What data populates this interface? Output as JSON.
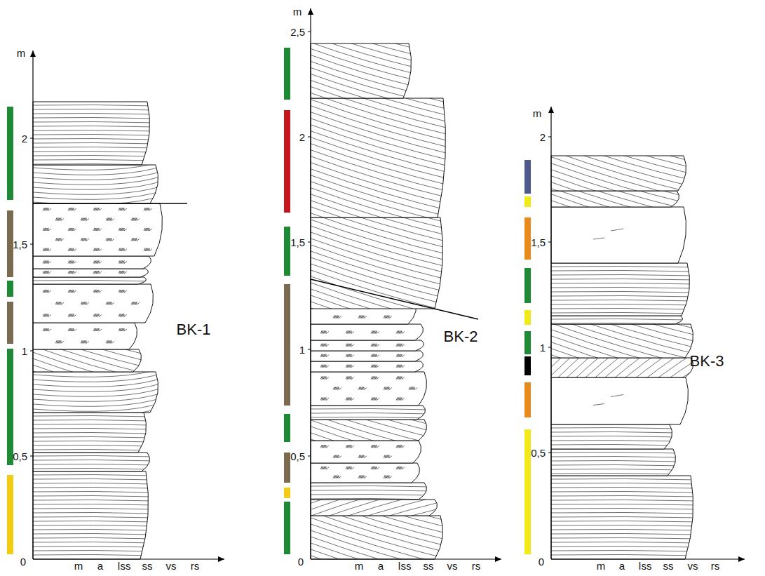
{
  "diagram": {
    "labels": [
      "m",
      "2",
      "1,5",
      "1",
      "0,5",
      "0",
      "m",
      "a",
      "ǀss",
      "ss",
      "vs",
      "rs",
      "BK-1",
      "m",
      "2,5",
      "2",
      "1,5",
      "1",
      "0,5",
      "0",
      "m",
      "a",
      "ǀss",
      "ss",
      "vs",
      "rs",
      "BK-2",
      "m",
      "2",
      "1,5",
      "1",
      "0,5",
      "0",
      "m",
      "a",
      "ǀss",
      "ss",
      "vs",
      "rs",
      "BK-3"
    ]
  }
}
